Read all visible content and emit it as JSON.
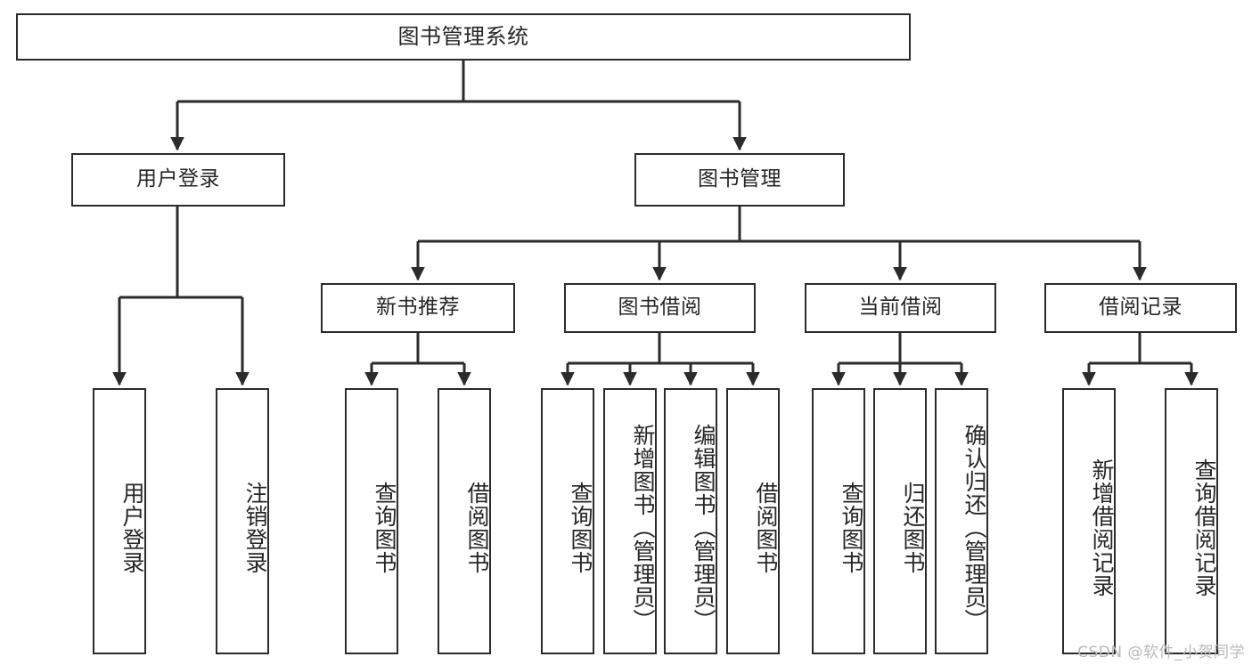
{
  "diagram": {
    "type": "hierarchy-tree",
    "title": "图书管理系统",
    "watermark": "CSDN @软件_小贺同学",
    "colors": {
      "border": "#2b2b2b",
      "text": "#262626",
      "background": "#ffffff",
      "watermark": "#b9b9b9"
    },
    "nodes": {
      "root": "图书管理系统",
      "user_login": "用户登录",
      "book_manage": "图书管理",
      "new_book_rec": "新书推荐",
      "book_borrow": "图书借阅",
      "current_borrow": "当前借阅",
      "borrow_record": "借阅记录",
      "leaf_user_login": "用户登录",
      "leaf_user_logout": "注销登录",
      "leaf_rec_query": "查询图书",
      "leaf_rec_borrow": "借阅图书",
      "leaf_borrow_query": "查询图书",
      "leaf_borrow_add": "新增图书（管理员）",
      "leaf_borrow_edit": "编辑图书（管理员）",
      "leaf_borrow_lend": "借阅图书",
      "leaf_cur_query": "查询图书",
      "leaf_cur_return": "归还图书",
      "leaf_cur_confirm": "确认归还（管理员）",
      "leaf_rec_add": "新增借阅记录",
      "leaf_rec_search": "查询借阅记录"
    },
    "tree": {
      "label": "图书管理系统",
      "children": [
        {
          "label": "用户登录",
          "children": [
            {
              "label": "用户登录"
            },
            {
              "label": "注销登录"
            }
          ]
        },
        {
          "label": "图书管理",
          "children": [
            {
              "label": "新书推荐",
              "children": [
                {
                  "label": "查询图书"
                },
                {
                  "label": "借阅图书"
                }
              ]
            },
            {
              "label": "图书借阅",
              "children": [
                {
                  "label": "查询图书"
                },
                {
                  "label": "新增图书（管理员）"
                },
                {
                  "label": "编辑图书（管理员）"
                },
                {
                  "label": "借阅图书"
                }
              ]
            },
            {
              "label": "当前借阅",
              "children": [
                {
                  "label": "查询图书"
                },
                {
                  "label": "归还图书"
                },
                {
                  "label": "确认归还（管理员）"
                }
              ]
            },
            {
              "label": "借阅记录",
              "children": [
                {
                  "label": "新增借阅记录"
                },
                {
                  "label": "查询借阅记录"
                }
              ]
            }
          ]
        }
      ]
    }
  }
}
